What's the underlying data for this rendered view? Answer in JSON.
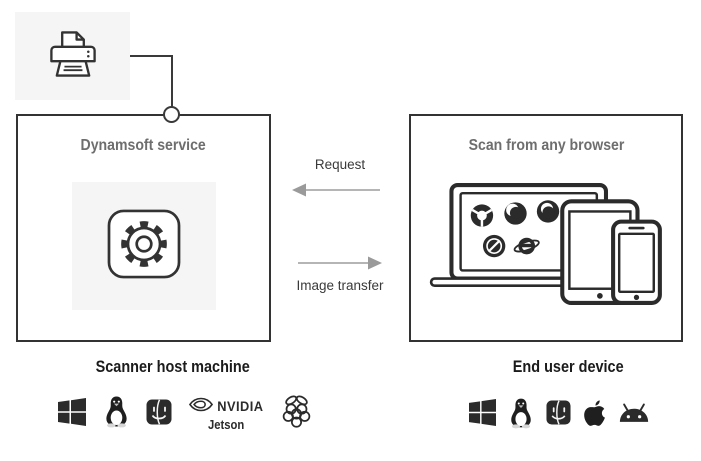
{
  "colors": {
    "outline": "#333333",
    "panel_bg": "#f5f5f5",
    "title_gray": "#6e6e6e",
    "label_dark": "#1b1b1b",
    "arrow_gray": "#9a9a9a",
    "icon_dark": "#2b2b2b"
  },
  "printer": {
    "icon": "printer-icon"
  },
  "scanner_box": {
    "title": "Dynamsoft service",
    "icon": "gear-icon"
  },
  "flow": {
    "request": "Request",
    "image_transfer": "Image transfer"
  },
  "browser_box": {
    "title": "Scan from any browser",
    "browsers": [
      "chrome-icon",
      "firefox-icon",
      "edge-icon",
      "safari-icon",
      "internet-explorer-icon"
    ],
    "devices": [
      "laptop",
      "tablet",
      "smartphone"
    ]
  },
  "scanner_host": {
    "label": "Scanner host machine",
    "platforms": [
      "windows-icon",
      "linux-tux-icon",
      "macos-finder-icon",
      "nvidia-jetson-logo",
      "raspberry-pi-icon"
    ],
    "nvidia": {
      "brand": "NVIDIA",
      "product": "Jetson"
    }
  },
  "end_user": {
    "label": "End user device",
    "platforms": [
      "windows-icon",
      "linux-tux-icon",
      "macos-finder-icon",
      "apple-icon",
      "android-icon"
    ]
  }
}
